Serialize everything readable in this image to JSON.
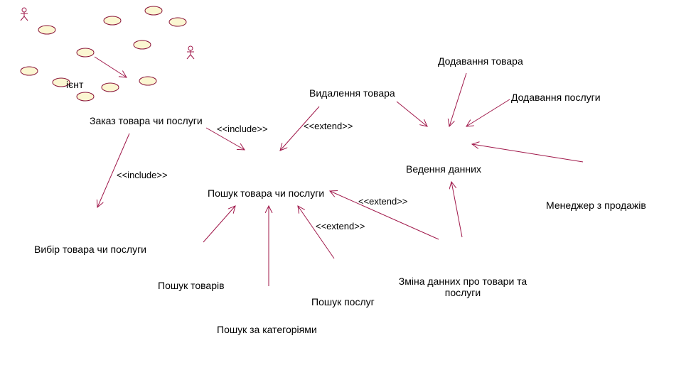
{
  "actors": {
    "client_fragment": "ієнт",
    "manager": "Менеджер з продажів"
  },
  "usecases": {
    "order": "Заказ товара чи послуги",
    "select": "Вибір товара чи послуги",
    "search": "Пошук товара чи послуги",
    "search_goods": "Пошук товарів",
    "search_category": "Пошук за категоріями",
    "search_services": "Пошук послуг",
    "delete_goods": "Видалення товара",
    "data_management": "Ведення данних",
    "add_goods": "Додавання товара",
    "add_service": "Додавання послуги",
    "change_data": "Зміна данних про товари та послуги"
  },
  "stereotypes": {
    "include": "<<include>>",
    "extend": "<<extend>>"
  },
  "colors": {
    "line": "#a0184a",
    "ellipse_fill": "#fbf7d2",
    "ellipse_stroke": "#8a1438"
  }
}
